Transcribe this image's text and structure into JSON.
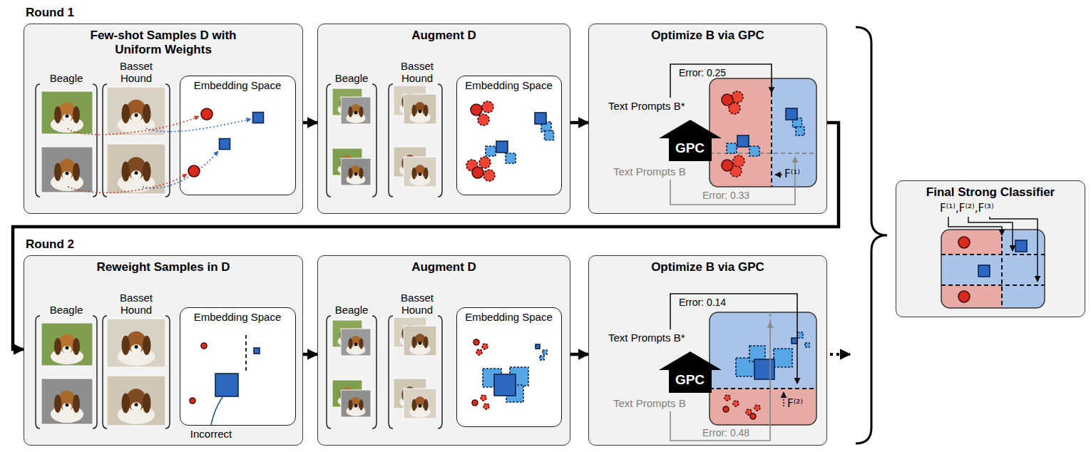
{
  "diagram": {
    "nodes": [
      {
        "text": [
          "Few-shot Samples D with Uniform Weights"
        ]
      },
      {
        "text": [
          "Embedding Space"
        ],
        "in": 0
      },
      {
        "text": [
          "Augment D"
        ]
      },
      {
        "text": [
          "Embedding Space"
        ],
        "in": 2
      },
      {
        "text": [
          "Optimize B via GPC"
        ]
      },
      {
        "text": [
          "GPC"
        ],
        "in": 4
      },
      {
        "text": [
          "Reweight Samples in D"
        ]
      },
      {
        "text": [
          "Embedding Space"
        ],
        "in": 6
      },
      {
        "text": [
          "Augment D"
        ]
      },
      {
        "text": [
          "Embedding Space"
        ],
        "in": 8
      },
      {
        "text": [
          "Optimize B via GPC"
        ]
      },
      {
        "text": [
          "GPC"
        ],
        "in": 10
      },
      {
        "text": [
          "Final Strong Classifier"
        ]
      }
    ],
    "edges": [
      {
        "from": 0,
        "to": 2,
        "arrow": "to"
      },
      {
        "from": 2,
        "to": 4,
        "arrow": "to"
      },
      {
        "from": 4,
        "to": 6,
        "arrow": "to"
      },
      {
        "from": 6,
        "to": 8,
        "arrow": "to"
      },
      {
        "from": 8,
        "to": 10,
        "arrow": "to"
      }
    ],
    "labels": [
      "Round 1",
      "Round 2",
      "Beagle",
      "Basset Hound",
      "Beagle",
      "Basset Hound",
      "Beagle",
      "Basset Hound",
      "Beagle",
      "Basset Hound",
      "Text Prompts B*",
      "Text Prompts B",
      "Error: 0.25",
      "Error: 0.33",
      "F⁽¹⁾",
      "Text Prompts B*",
      "Text Prompts B",
      "Error: 0.14",
      "Error: 0.48",
      "F⁽²⁾",
      "Incorrect",
      "F⁽¹⁾,F⁽²⁾,F⁽³⁾"
    ]
  }
}
